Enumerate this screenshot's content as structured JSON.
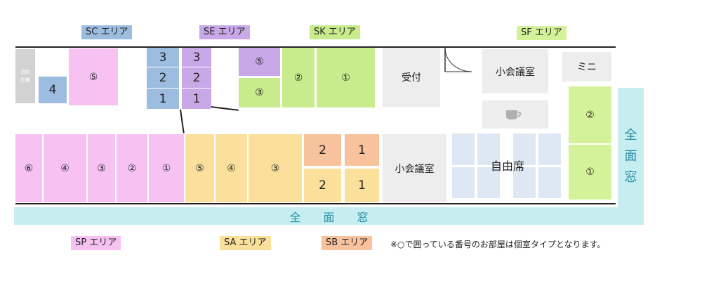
{
  "area_tags": {
    "sc": "SC エリア",
    "se": "SE エリア",
    "sk": "SK エリア",
    "sf": "SF エリア",
    "sp": "SP エリア",
    "sa": "SA エリア",
    "sb": "SB エリア"
  },
  "colors": {
    "sc": "#9dbde0",
    "se": "#c9a8e8",
    "sk": "#c8ec8c",
    "sf": "#d4f29a",
    "sp": "#f7c2f2",
    "sa": "#fbe09c",
    "sb": "#f7c29c",
    "neutral": "#ededed",
    "free": "#dde8f4",
    "window": "#c6eef0"
  },
  "top": {
    "fire": "消防\n設備",
    "sc4": "4",
    "sp5": "⑤",
    "sc3": "3",
    "sc2": "2",
    "sc1": "1",
    "se3": "3",
    "se2": "2",
    "se1": "1",
    "se5": "⑤",
    "sk3": "③",
    "sk2": "②",
    "sk1": "①",
    "reception": "受付",
    "small_meeting": "小会議室",
    "mini": "ミニ",
    "sf2": "②",
    "sf1": "①"
  },
  "bottom": {
    "sp6": "⑥",
    "sp4": "④",
    "sp3": "③",
    "sp2": "②",
    "sp1": "①",
    "sa5": "⑤",
    "sa4": "④",
    "sa3": "③",
    "sb2a": "2",
    "sb1a": "1",
    "sb2b": "2",
    "sb1b": "1",
    "small_meeting": "小会議室",
    "free_seats": "自由席"
  },
  "windows": {
    "bottom": "全　　面　　窓",
    "right": "全\n面\n窓"
  },
  "note": "※○で囲っている番号のお部屋は個室タイプとなります。"
}
